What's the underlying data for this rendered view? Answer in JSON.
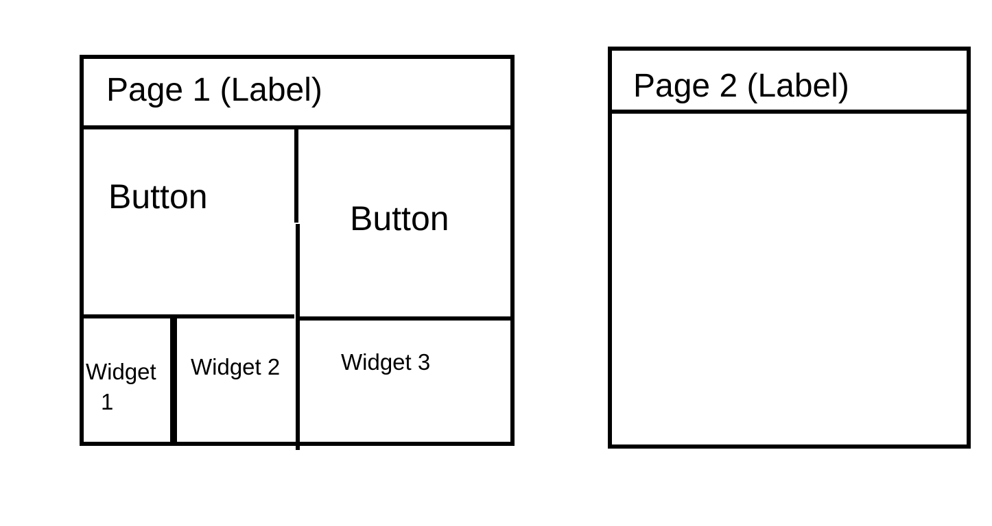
{
  "colors": {
    "background": "#ffffff",
    "line": "#000000"
  },
  "page1": {
    "title": "Page 1 (Label)",
    "buttons": [
      {
        "label": "Button"
      },
      {
        "label": "Button"
      }
    ],
    "widgets": [
      {
        "label_line1": "Widget",
        "label_line2": "1"
      },
      {
        "label": "Widget 2"
      },
      {
        "label": "Widget 3"
      }
    ]
  },
  "page2": {
    "title": "Page 2 (Label)"
  }
}
